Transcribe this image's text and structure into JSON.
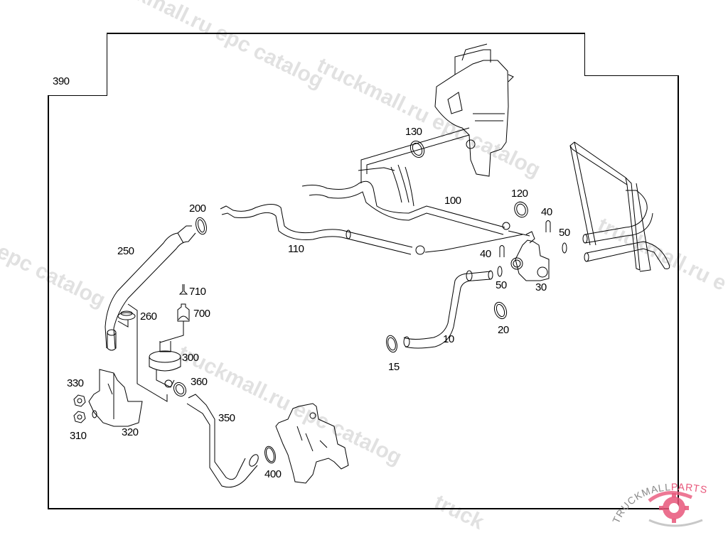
{
  "diagram": {
    "title": "Coolant hoses / heater circuit parts diagram",
    "callouts": [
      {
        "id": "c390",
        "label": "390"
      },
      {
        "id": "c130",
        "label": "130"
      },
      {
        "id": "c100",
        "label": "100"
      },
      {
        "id": "c120",
        "label": "120"
      },
      {
        "id": "c40a",
        "label": "40"
      },
      {
        "id": "c50a",
        "label": "50"
      },
      {
        "id": "c200",
        "label": "200"
      },
      {
        "id": "c110",
        "label": "110"
      },
      {
        "id": "c250",
        "label": "250"
      },
      {
        "id": "c40b",
        "label": "40"
      },
      {
        "id": "c50b",
        "label": "50"
      },
      {
        "id": "c30",
        "label": "30"
      },
      {
        "id": "c710",
        "label": "710"
      },
      {
        "id": "c700",
        "label": "700"
      },
      {
        "id": "c260",
        "label": "260"
      },
      {
        "id": "c20",
        "label": "20"
      },
      {
        "id": "c10",
        "label": "10"
      },
      {
        "id": "c15",
        "label": "15"
      },
      {
        "id": "c300",
        "label": "300"
      },
      {
        "id": "c330",
        "label": "330"
      },
      {
        "id": "c360",
        "label": "360"
      },
      {
        "id": "c350",
        "label": "350"
      },
      {
        "id": "c310",
        "label": "310"
      },
      {
        "id": "c320",
        "label": "320"
      },
      {
        "id": "c400",
        "label": "400"
      }
    ]
  },
  "watermarks": {
    "w1": "truckmall.ru epc catalog",
    "w2": "truckmall.ru epc catalog",
    "w3": "l epc catalog",
    "w4": "truckmall.ru epc catalog",
    "w5": "truckmall.ru e",
    "w6": "truck"
  },
  "logo": {
    "brand_left": "TRUCKMALL",
    "brand_right": "PARTS",
    "accent_color": "#e8567a",
    "grey_color": "#b0b0b0"
  }
}
